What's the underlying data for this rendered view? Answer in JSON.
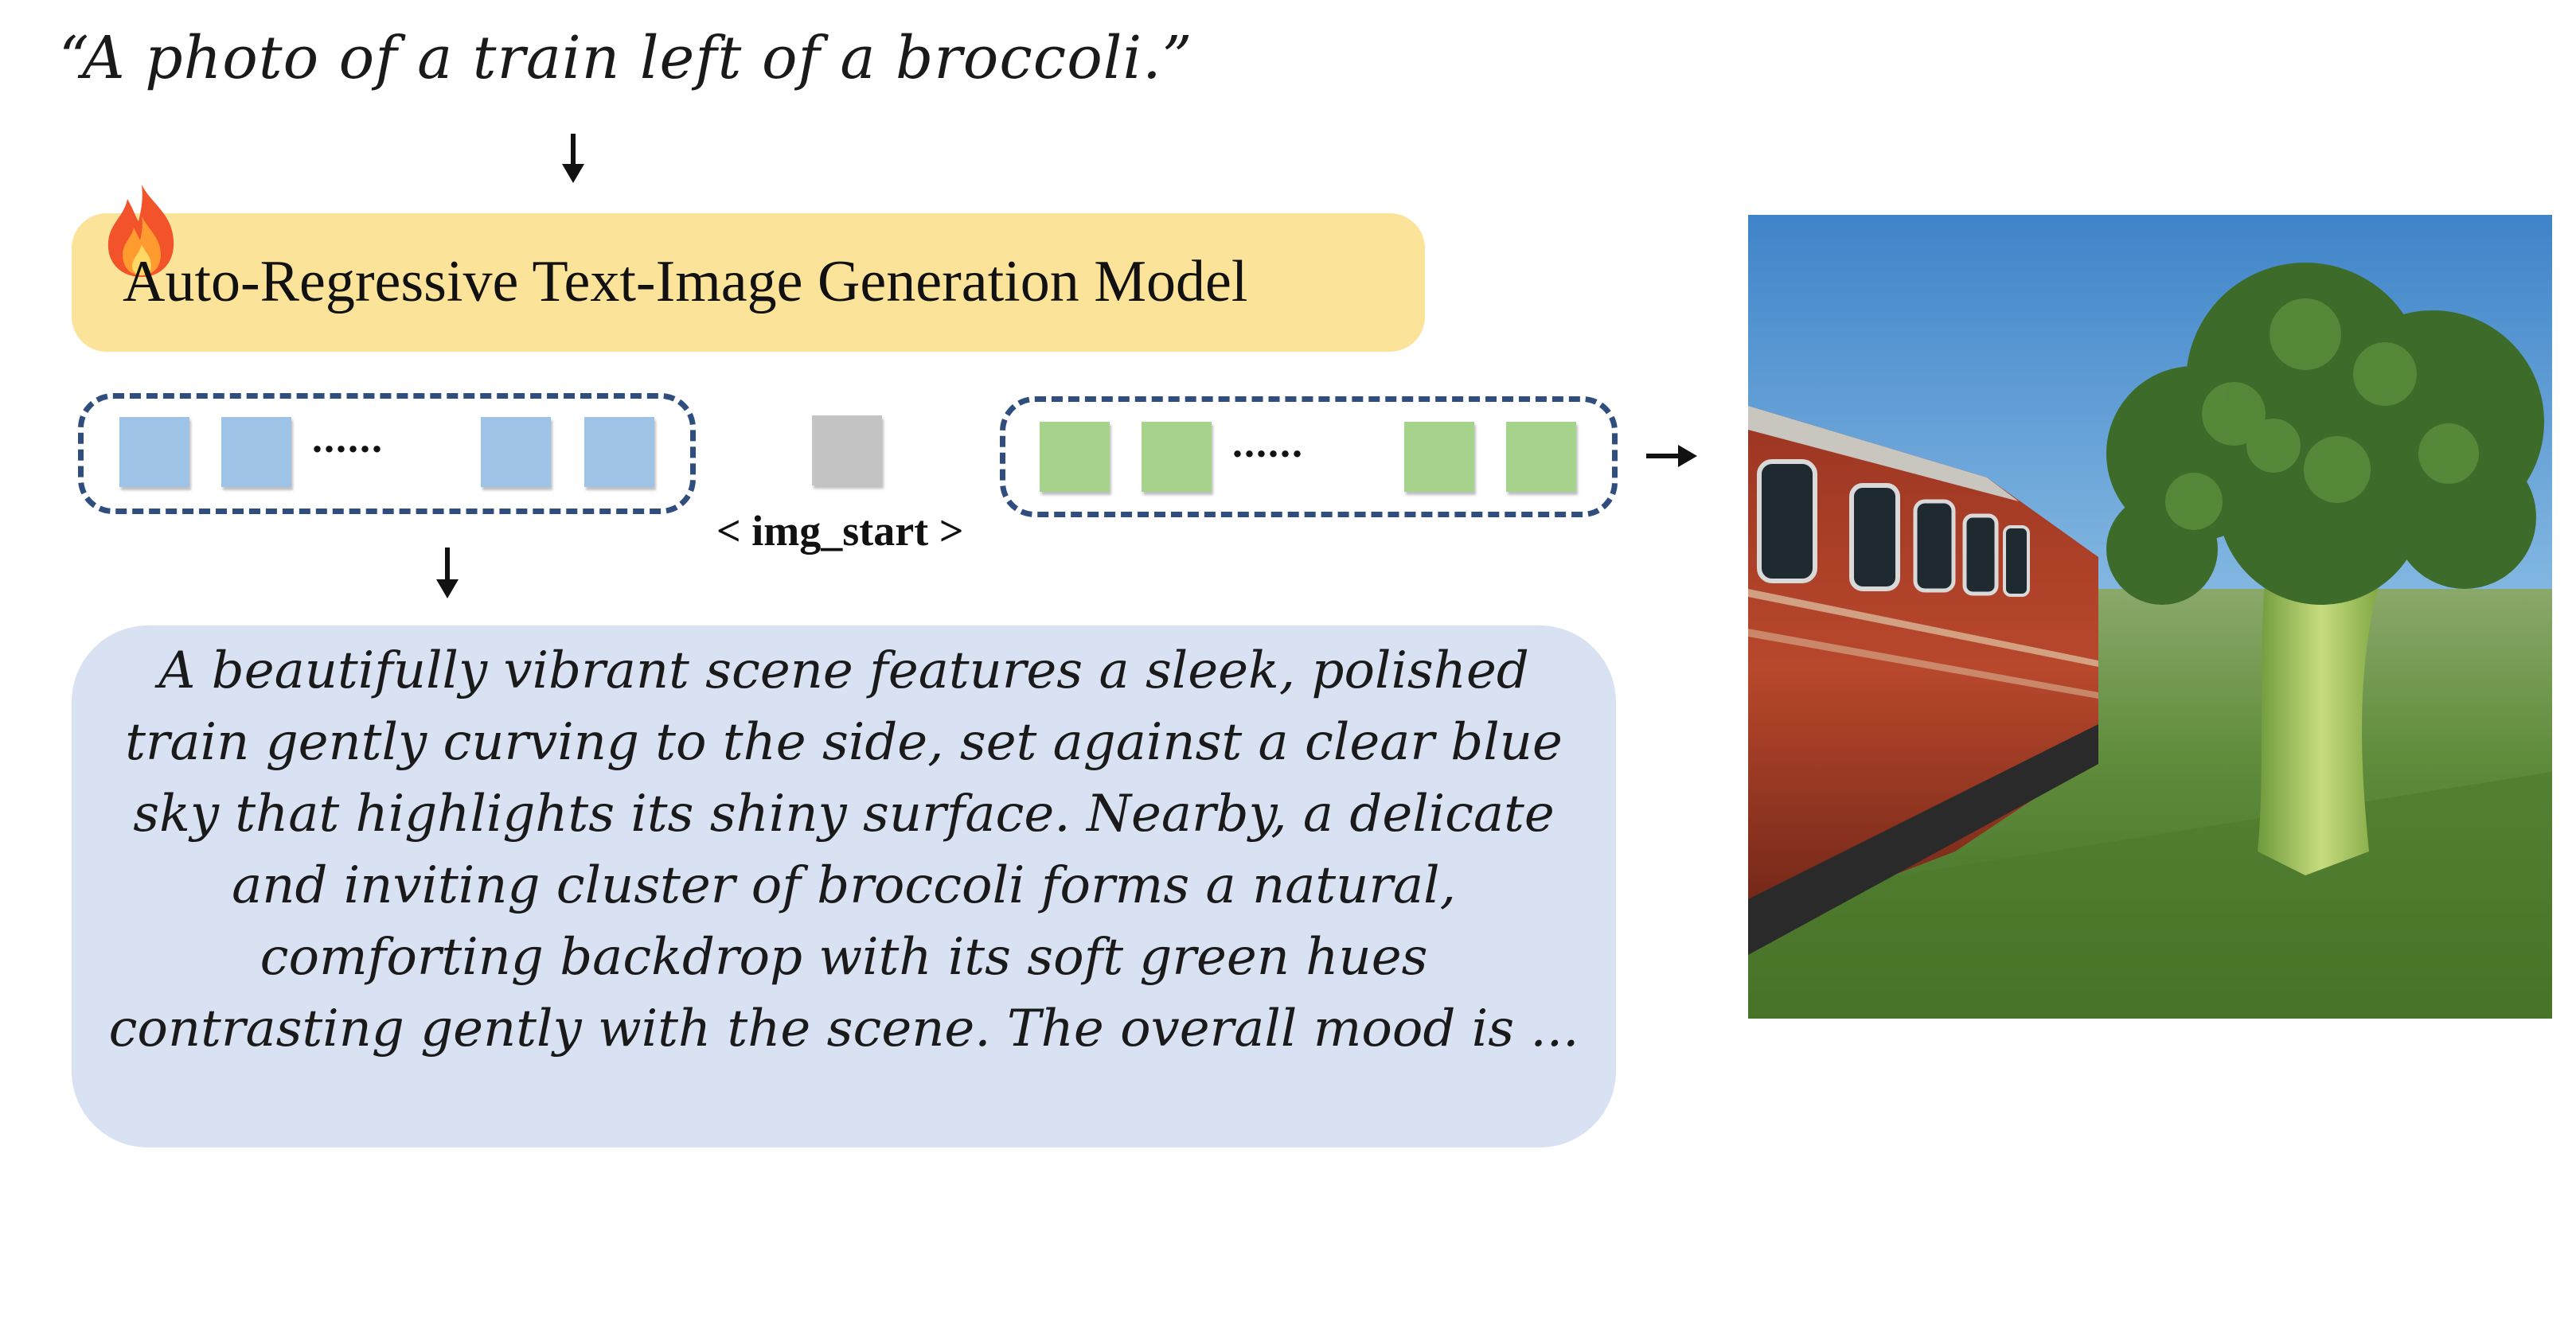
{
  "prompt": "“A photo of a train left of a broccoli.”",
  "model": {
    "label": "Auto-Regressive Text-Image Generation Model",
    "icon": "fire-icon"
  },
  "tokens": {
    "text_ellipsis": "......",
    "image_ellipsis": "......",
    "img_start_label": "< img_start >",
    "colors": {
      "text_token": "#9fc3e6",
      "image_token": "#a6d38c",
      "start_token": "#c4c4c4"
    }
  },
  "description": {
    "lines": [
      "A beautifully vibrant scene features a sleek, polished",
      "train gently curving to the side, set against a clear blue",
      "sky that highlights its shiny surface. Nearby, a delicate",
      "and inviting cluster of broccoli forms a natural,",
      "comforting backdrop with its soft green hues",
      "contrasting gently with the scene. The overall mood is ..."
    ]
  },
  "colors": {
    "model_box": "#fbe39a",
    "description_box": "#d9e2f3",
    "dashed_border": "#2f4e7e"
  }
}
